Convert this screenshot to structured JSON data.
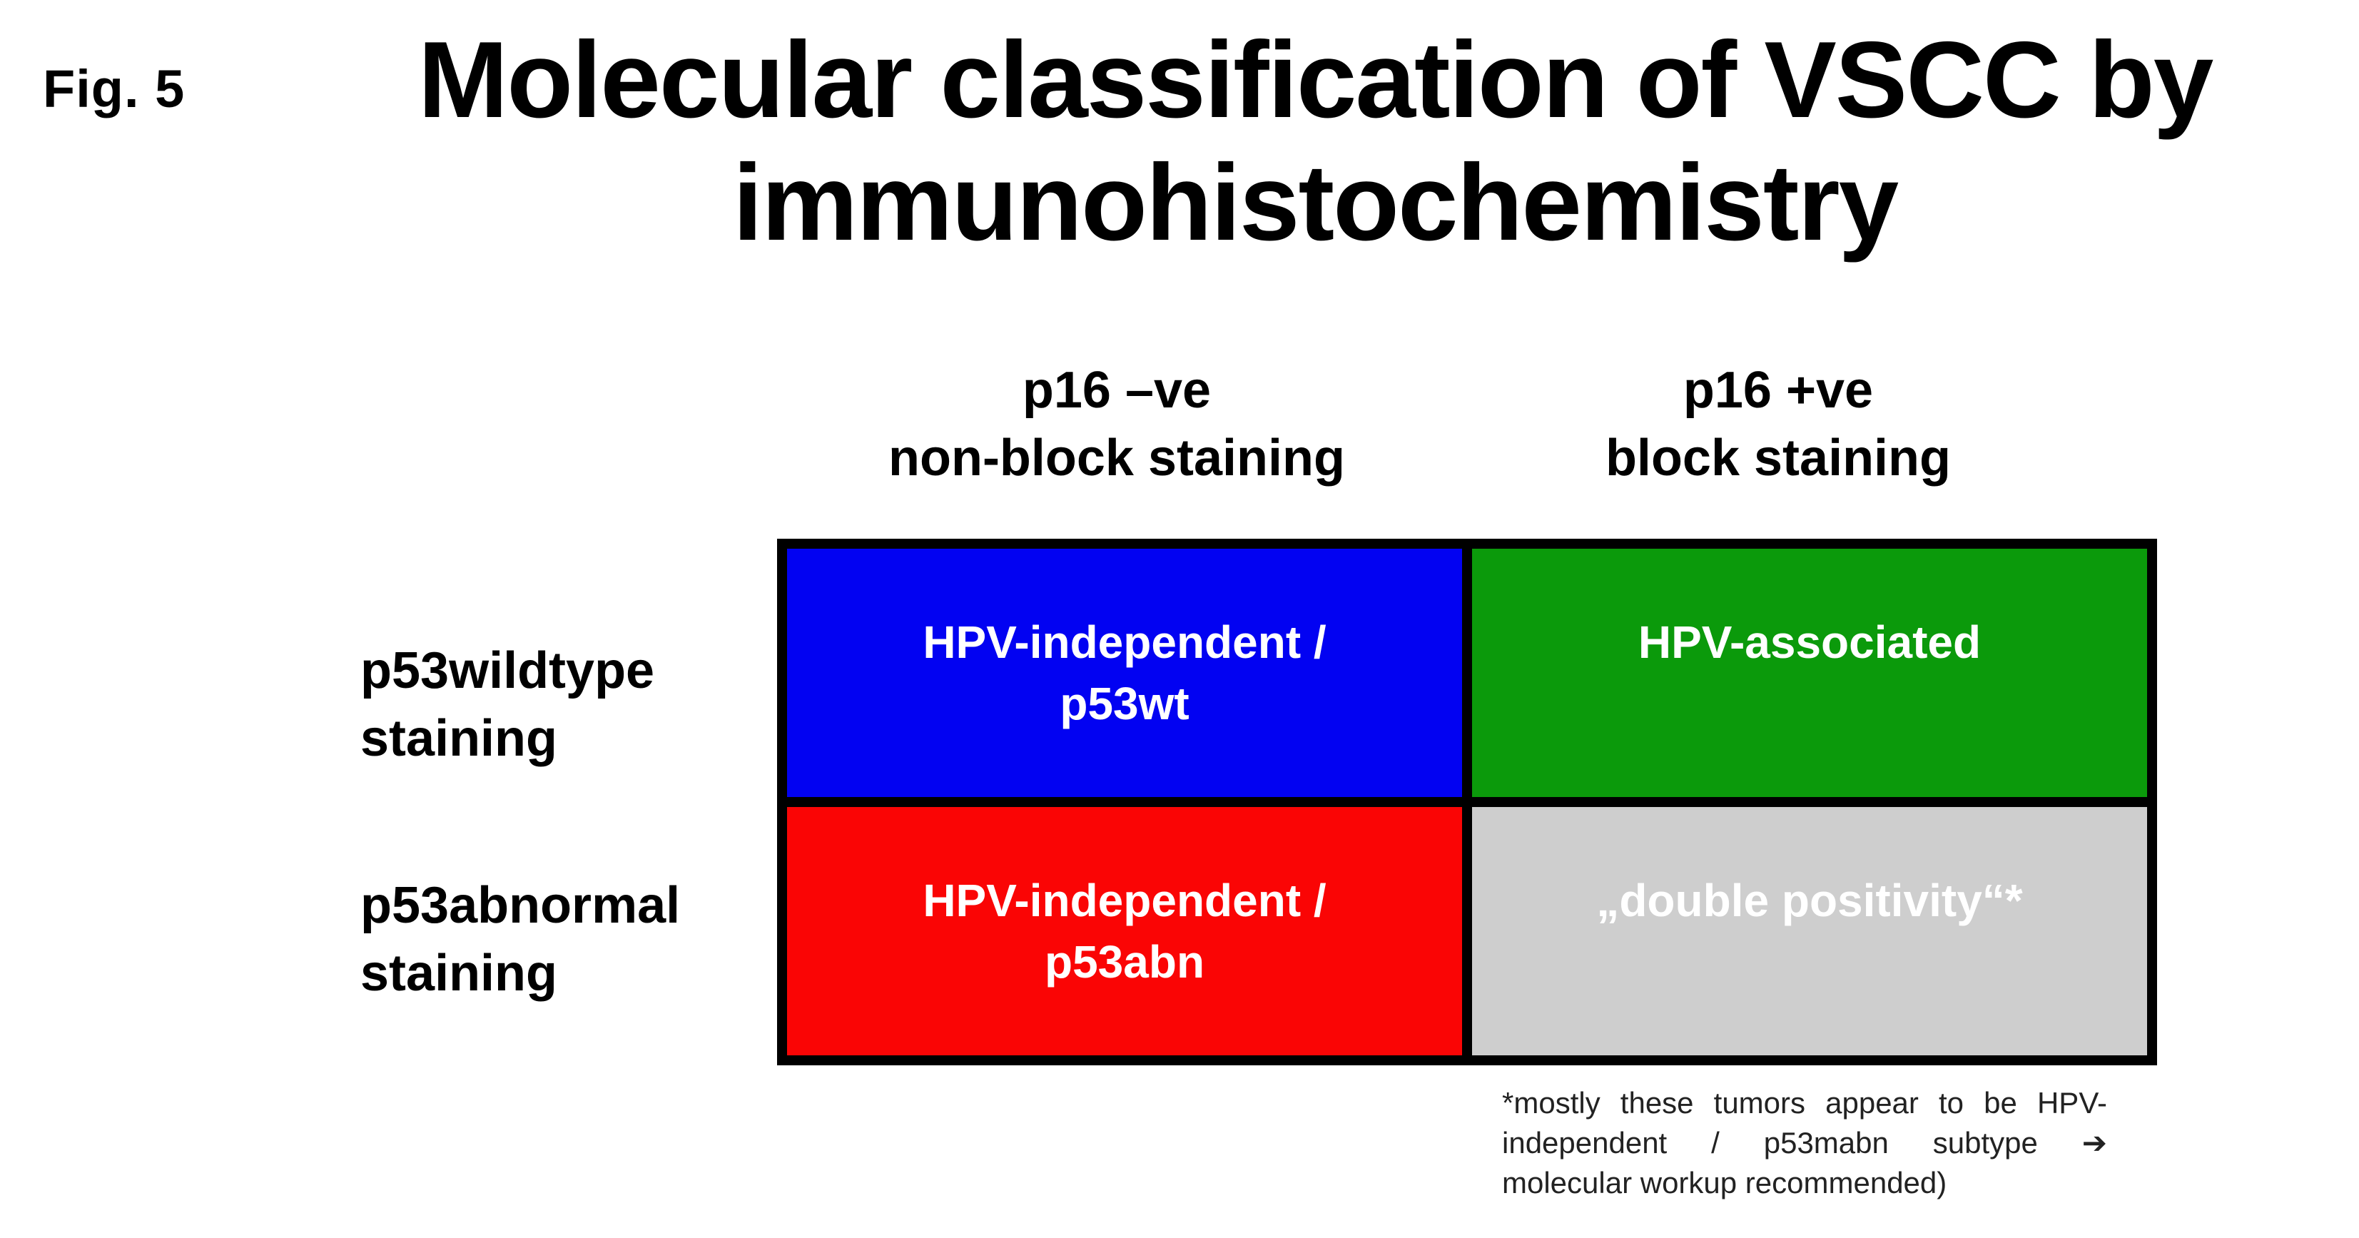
{
  "figure_label": "Fig. 5",
  "title": {
    "line1": "Molecular classification of VSCC by",
    "line2": "immunohistochemistry"
  },
  "column_headers": {
    "left": {
      "line1": "p16 –ve",
      "line2": "non-block staining"
    },
    "right": {
      "line1": "p16 +ve",
      "line2": "block staining"
    }
  },
  "row_headers": {
    "top": {
      "line1": "p53wildtype",
      "line2": "staining"
    },
    "bottom": {
      "line1": "p53abnormal",
      "line2": "staining"
    }
  },
  "matrix": {
    "cells": [
      {
        "row": "p53wildtype staining",
        "column": "p16 -ve non-block staining",
        "color": "#0202f2",
        "lines": [
          "HPV-independent /",
          "p53wt"
        ]
      },
      {
        "row": "p53wildtype staining",
        "column": "p16 +ve block staining",
        "color": "#0b9a0b",
        "lines": [
          "HPV-associated"
        ]
      },
      {
        "row": "p53abnormal staining",
        "column": "p16 -ve non-block staining",
        "color": "#fa0505",
        "lines": [
          "HPV-independent /",
          "p53abn"
        ]
      },
      {
        "row": "p53abnormal staining",
        "column": "p16 +ve block staining",
        "color": "#cecece",
        "lines": [
          "„double positivity“*"
        ]
      }
    ]
  },
  "footnote": {
    "lines": [
      "*mostly these tumors appear to be HPV-",
      "independent / p53mabn subtype ➔",
      "molecular workup recommended)"
    ]
  },
  "colors": {
    "hpv_independent_p53wt": "#0202f2",
    "hpv_associated": "#0b9a0b",
    "hpv_independent_p53abn": "#fa0505",
    "double_positivity": "#cecece",
    "grid_border": "#000000",
    "background": "#ffffff",
    "cell_text": "#ffffff"
  }
}
